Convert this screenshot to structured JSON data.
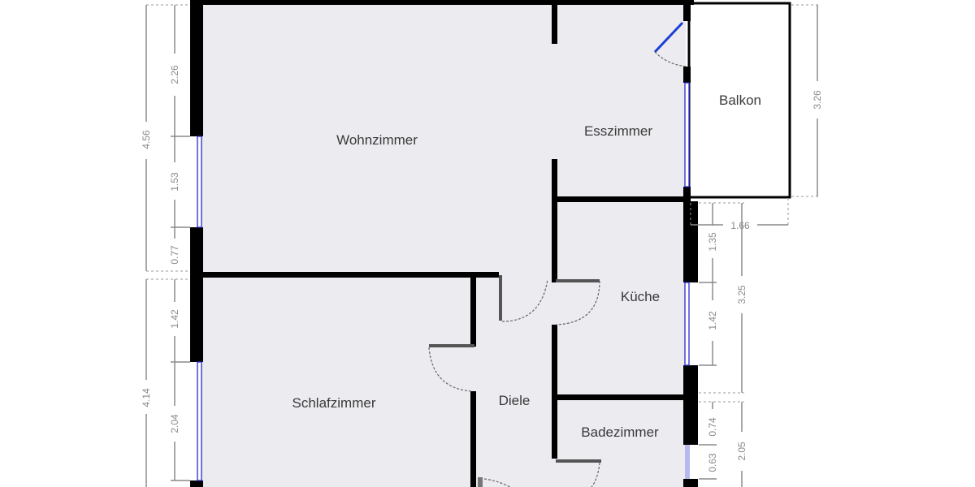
{
  "plan": {
    "rooms": [
      {
        "id": "wohnzimmer",
        "label": "Wohnzimmer"
      },
      {
        "id": "esszimmer",
        "label": "Esszimmer"
      },
      {
        "id": "balkon",
        "label": "Balkon"
      },
      {
        "id": "kueche",
        "label": "Küche"
      },
      {
        "id": "schlafzimmer",
        "label": "Schlafzimmer"
      },
      {
        "id": "diele",
        "label": "Diele"
      },
      {
        "id": "badezimmer",
        "label": "Badezimmer"
      }
    ],
    "dimensions": {
      "left_outer_top": "4.56",
      "left_inner_wall_top": "2.26",
      "left_window_top": "1.53",
      "left_inner_wall_bottom": "0.77",
      "left_outer_bottom": "4.14",
      "left_inner_wall_bed": "1.42",
      "left_window_bed": "2.04",
      "balkon_height": "3.26",
      "balkon_depth": "1.66",
      "kueche_wall_top": "1.35",
      "kueche_window": "1.42",
      "kueche_outer": "3.25",
      "bad_wall": "0.74",
      "bad_window": "0.63",
      "bad_outer": "2.05"
    },
    "colors": {
      "floor": "#ebebf0",
      "wall": "#000000",
      "window": "#2a2ad0",
      "dimension": "#8a8a8a",
      "open_door_leaf": "#1a3fd6"
    }
  }
}
